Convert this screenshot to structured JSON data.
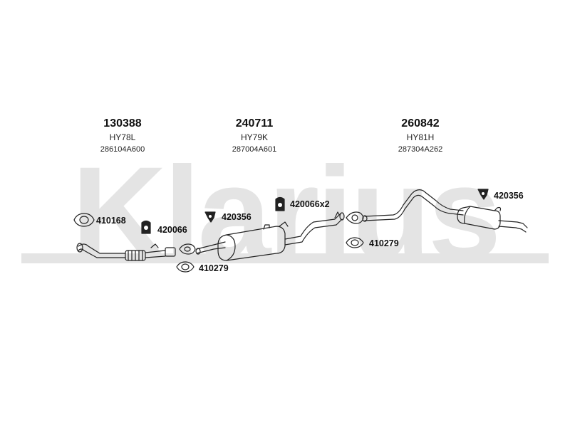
{
  "watermark": {
    "text": "Klarius"
  },
  "groups": [
    {
      "number": "130388",
      "code": "HY78L",
      "oem": "286104A600"
    },
    {
      "number": "240711",
      "code": "HY79K",
      "oem": "287004A601"
    },
    {
      "number": "260842",
      "code": "HY81H",
      "oem": "287304A262"
    }
  ],
  "labels": {
    "gasket_410168": "410168",
    "rubber_420066": "420066",
    "bracket_420356_a": "420356",
    "rubber_420066x2": "420066x2",
    "bracket_420356_b": "420356",
    "gasket_410279_a": "410279",
    "gasket_410279_b": "410279"
  },
  "colors": {
    "line": "#222222",
    "watermark": "#e4e4e4"
  }
}
